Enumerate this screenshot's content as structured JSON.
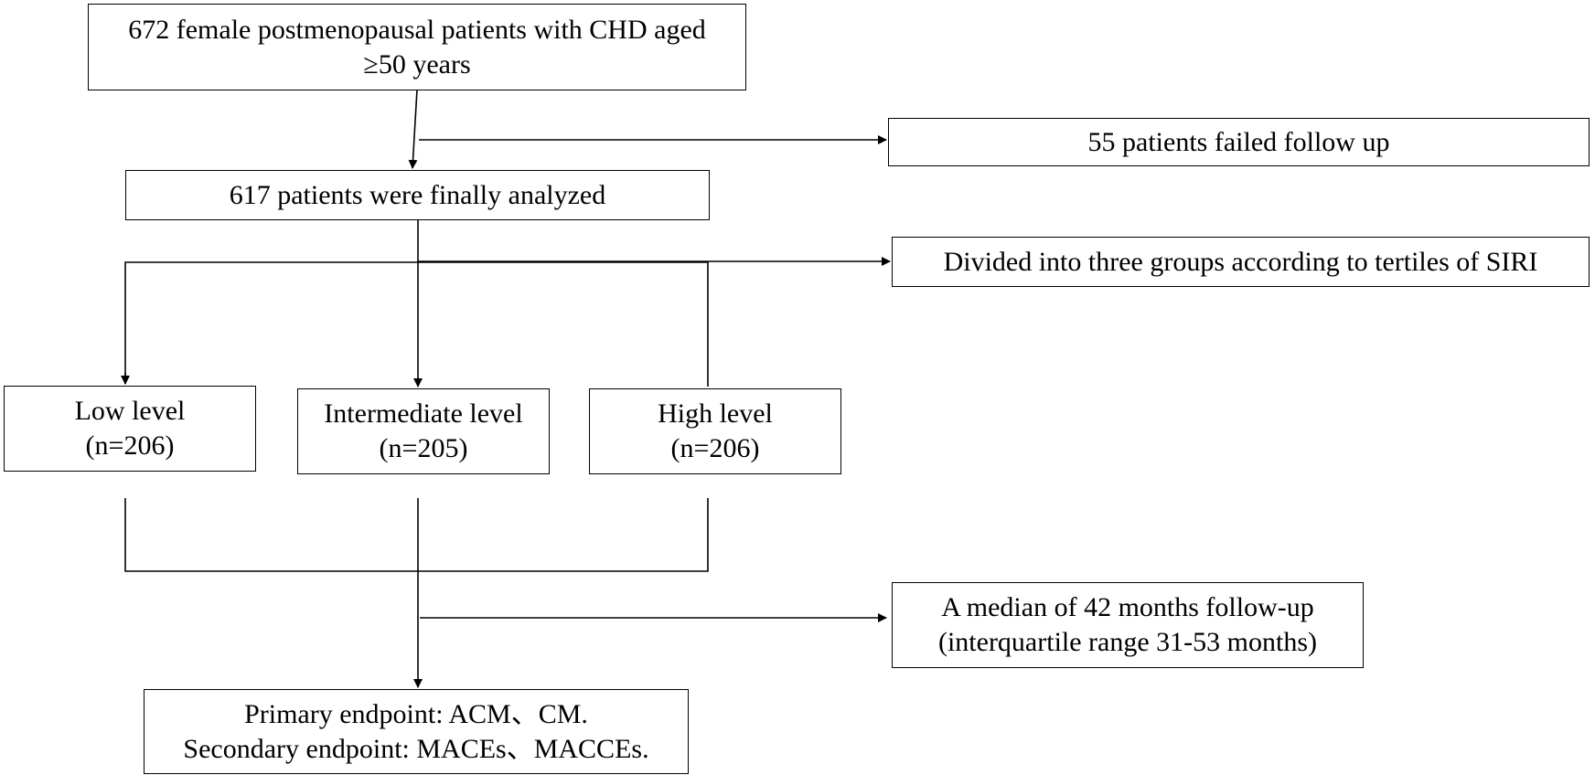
{
  "nodes": {
    "start": {
      "lines": [
        "672 female postmenopausal patients with CHD aged",
        "≥50 years"
      ]
    },
    "excluded": {
      "lines": [
        "55 patients failed follow up"
      ]
    },
    "analyzed": {
      "lines": [
        "617 patients were finally analyzed"
      ]
    },
    "grouping": {
      "lines": [
        "Divided into three groups according to tertiles of SIRI"
      ]
    },
    "low": {
      "lines": [
        "Low level",
        "(n=206)"
      ]
    },
    "intermediate": {
      "lines": [
        "Intermediate level",
        "(n=205)"
      ]
    },
    "high": {
      "lines": [
        "High level",
        "(n=206)"
      ]
    },
    "followup": {
      "lines": [
        "A median of 42 months follow-up",
        "(interquartile range 31-53 months)"
      ]
    },
    "endpoints": {
      "lines": [
        "Primary endpoint: ACM、CM.",
        "Secondary endpoint: MACEs、MACCEs."
      ]
    }
  }
}
